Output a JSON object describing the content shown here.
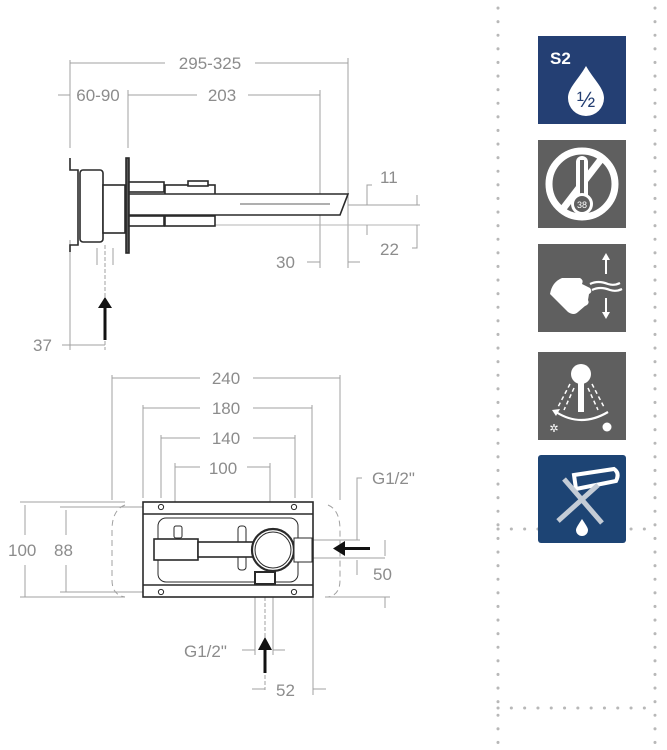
{
  "drawing": {
    "side_view": {
      "dims": {
        "overall_length": "295-325",
        "wall_depth": "60-90",
        "spout_length": "203",
        "spout_top_offset": "11",
        "spout_tip": "30",
        "spout_height": "22",
        "inlet_offset": "37"
      }
    },
    "front_view": {
      "dims": {
        "plate_width": "240",
        "box_width": "180",
        "hole_spacing": "140",
        "inlet_spacing": "100",
        "plate_height": "100",
        "box_height": "88",
        "side_thread": "G1/2\"",
        "side_offset": "50",
        "bottom_thread": "G1/2\"",
        "bottom_offset": "52"
      }
    }
  },
  "features": [
    {
      "name": "s2-water-saving",
      "label": "S2",
      "sub": "½",
      "bg": "#243f73"
    },
    {
      "name": "no-thermostat-38",
      "label": "38",
      "bg": "#5f5f5f"
    },
    {
      "name": "hand-sensor",
      "bg": "#5f5f5f"
    },
    {
      "name": "hot-cold-lever",
      "bg": "#5f5f5f"
    },
    {
      "name": "no-ironing-drip",
      "bg": "#1d4474"
    }
  ],
  "colors": {
    "dimension_line": "#9a9a9a",
    "outline": "#2a2a2a",
    "navy": "#243f73",
    "grey_icon": "#5f5f5f",
    "dots": "#b8b8b8"
  }
}
